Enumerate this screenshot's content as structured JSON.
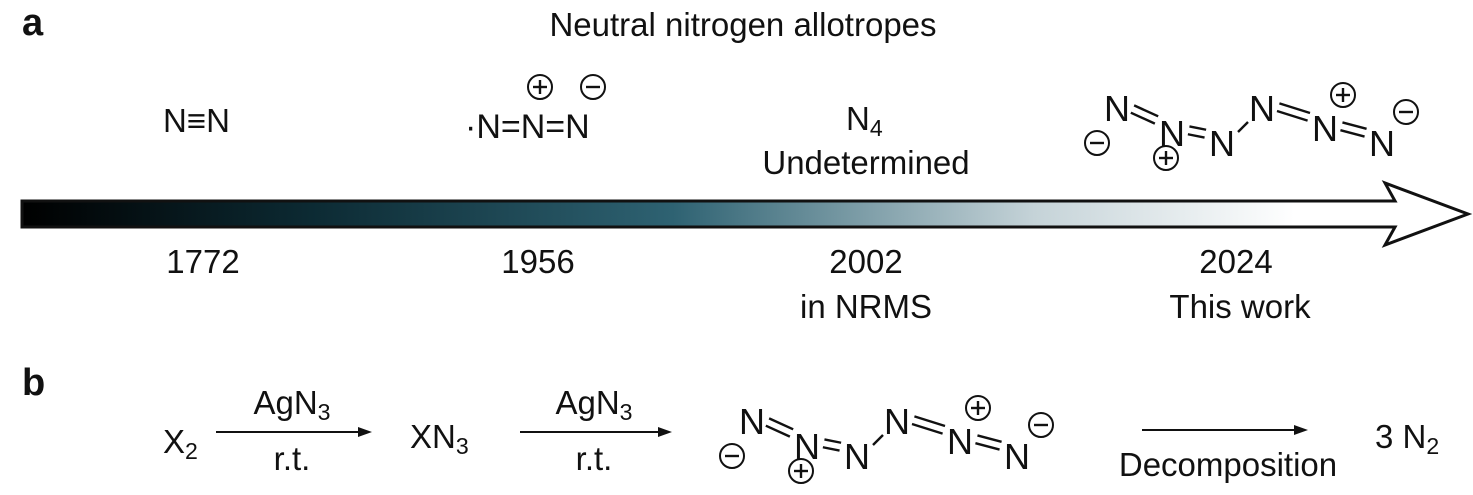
{
  "panel_a": {
    "label": "a",
    "title": "Neutral nitrogen allotropes",
    "timeline": [
      {
        "structure": "N≡N",
        "year": "1772"
      },
      {
        "structure": "·N=N=N",
        "year": "1956"
      },
      {
        "structure_main": "N",
        "structure_sub": "4",
        "note": "Undetermined",
        "year": "2002",
        "year_note": "in NRMS"
      },
      {
        "structure": "N6",
        "year": "2024",
        "year_note": "This work"
      }
    ]
  },
  "panel_b": {
    "label": "b",
    "reactant_main": "X",
    "reactant_sub": "2",
    "step1": {
      "reagent_main": "AgN",
      "reagent_sub": "3",
      "condition": "r.t."
    },
    "intermediate_main": "XN",
    "intermediate_sub": "3",
    "step2": {
      "reagent_main": "AgN",
      "reagent_sub": "3",
      "condition": "r.t."
    },
    "step3": {
      "condition": "Decomposition"
    },
    "product_main": "3 N",
    "product_sub": "2"
  },
  "atom": "N",
  "colors": {
    "gradient_start": "#000000",
    "gradient_mid": "#2e6272",
    "gradient_end": "#ffffff"
  }
}
